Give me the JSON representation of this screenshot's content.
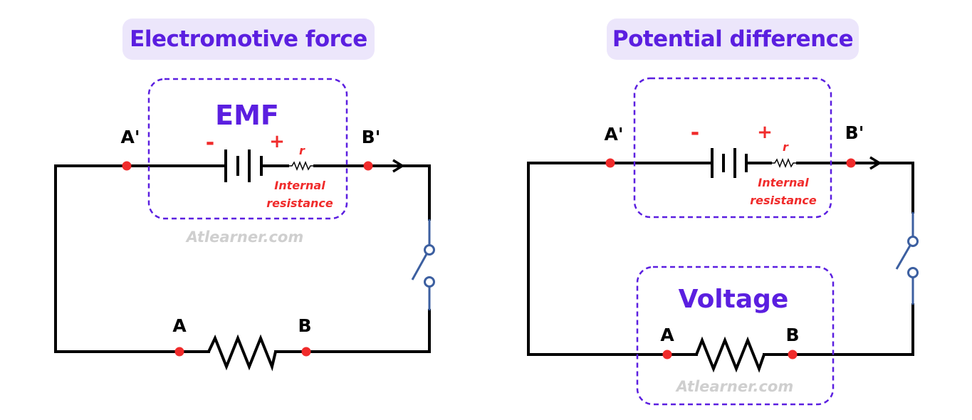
{
  "colors": {
    "title_bg": "#ece6fb",
    "accent": "#5b1fe0",
    "node": "#f02b2b",
    "wire": "#000000",
    "switch": "#3c5fa0",
    "watermark": "#cfcfcf"
  },
  "left": {
    "title": "Electromotive force",
    "box_label": "EMF",
    "minus": "-",
    "plus": "+",
    "r_label": "r",
    "internal_1": "Internal",
    "internal_2": "resistance",
    "node_a_prime": "A'",
    "node_b_prime": "B'",
    "node_a": "A",
    "node_b": "B",
    "watermark": "Atlearner.com"
  },
  "right": {
    "title": "Potential difference",
    "minus": "-",
    "plus": "+",
    "r_label": "r",
    "internal_1": "Internal",
    "internal_2": "resistance",
    "node_a_prime": "A'",
    "node_b_prime": "B'",
    "node_a": "A",
    "node_b": "B",
    "box_label": "Voltage",
    "watermark": "Atlearner.com"
  }
}
